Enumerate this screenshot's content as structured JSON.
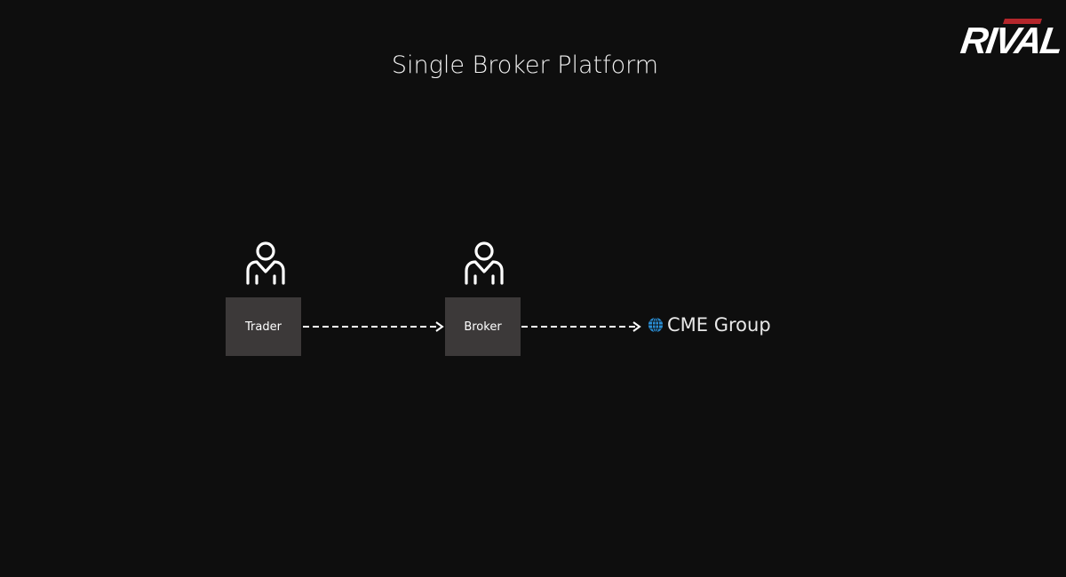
{
  "title": "Single Broker Platform",
  "logo": {
    "text": "RIVAL"
  },
  "nodes": [
    {
      "label": "Trader",
      "icon": "person-icon"
    },
    {
      "label": "Broker",
      "icon": "person-icon"
    }
  ],
  "destination": {
    "label": "CME Group",
    "icon": "globe-icon",
    "icon_color": "#2a8fd6"
  },
  "colors": {
    "background": "#0e0e0e",
    "box": "#3c3939",
    "accent": "#b3262b"
  }
}
